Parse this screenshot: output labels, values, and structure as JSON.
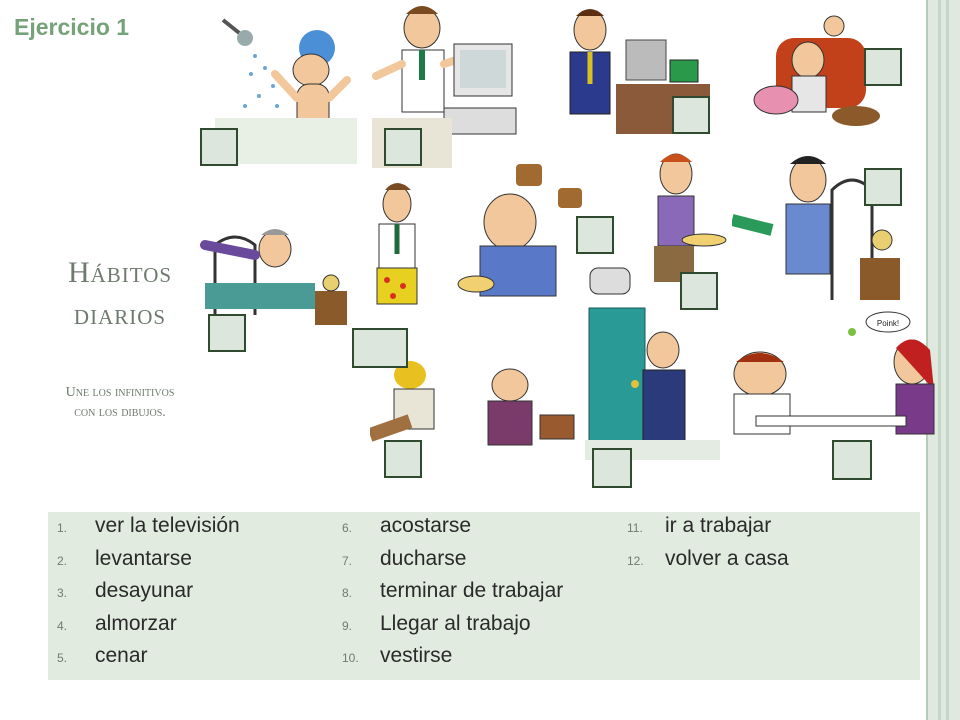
{
  "title": "Ejercicio 1",
  "heading": {
    "line1": "Hábitos",
    "line2": "diarios"
  },
  "subtitle": {
    "line1": "Une los infinitivos",
    "line2": "con los dibujos."
  },
  "balloon_text": "Poink!",
  "columns": [
    [
      {
        "num": "1.",
        "text": "ver la televisión"
      },
      {
        "num": "2.",
        "text": "levantarse"
      },
      {
        "num": "3.",
        "text": "desayunar"
      },
      {
        "num": "4.",
        "text": "almorzar"
      },
      {
        "num": "5.",
        "text": "cenar"
      }
    ],
    [
      {
        "num": "6.",
        "text": "acostarse"
      },
      {
        "num": "7.",
        "text": "ducharse"
      },
      {
        "num": "8.",
        "text": "terminar de trabajar"
      },
      {
        "num": "9.",
        "text": "Llegar al trabajo"
      },
      {
        "num": "10.",
        "text": "vestirse"
      }
    ],
    [
      {
        "num": "11.",
        "text": "ir a trabajar"
      },
      {
        "num": "12.",
        "text": "volver a casa"
      }
    ]
  ],
  "colors": {
    "accent": "#76a27a",
    "panel": "#e1ebe0",
    "box_border": "#2f4a2f"
  }
}
